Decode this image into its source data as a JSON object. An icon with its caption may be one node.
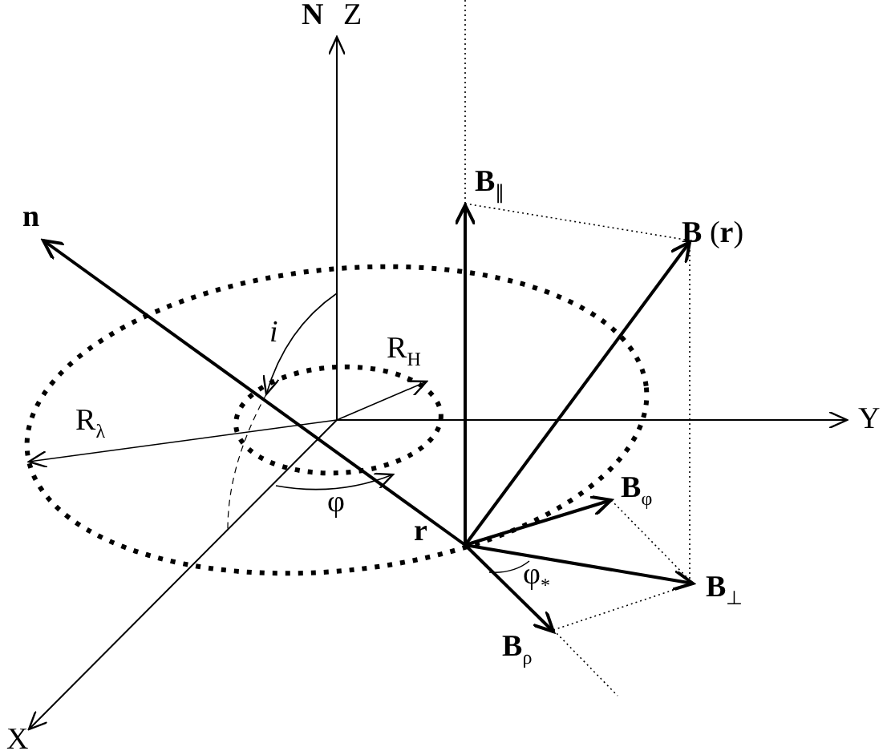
{
  "diagram": {
    "labels": [
      "N",
      "Z",
      "**B**$_{∥}$",
      "**B** (**r**)",
      "n",
      "i",
      "R$_{H}$",
      "R$_{λ}$",
      "Y",
      "φ",
      "**B**$_{φ}$",
      "r",
      "φ$_{*}$",
      "**B**$_{⊥}$",
      "**B**$_{ρ}$",
      "X"
    ]
  }
}
